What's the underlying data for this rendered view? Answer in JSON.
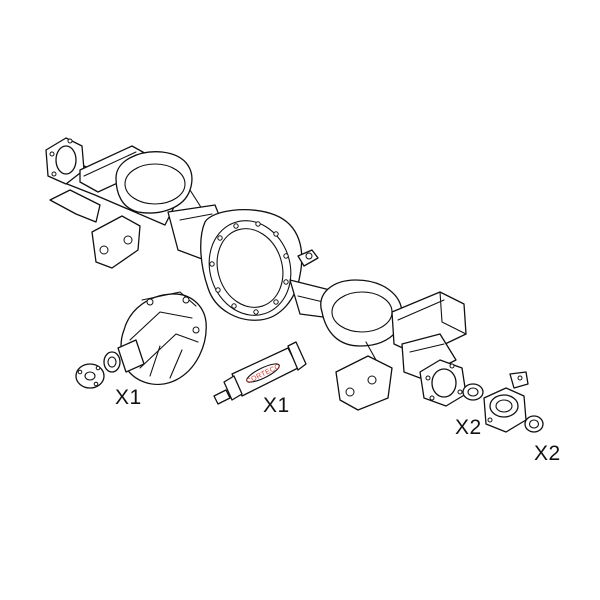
{
  "labels": {
    "differential_qty": "X1",
    "sealant_qty": "X1",
    "seal_qty": "X2",
    "flange_kit_qty": "X2"
  },
  "sealant_tube": {
    "brand_text": "CORTECO",
    "brand_color": "#d0342c"
  },
  "line_color": "#111111",
  "background": "#ffffff"
}
